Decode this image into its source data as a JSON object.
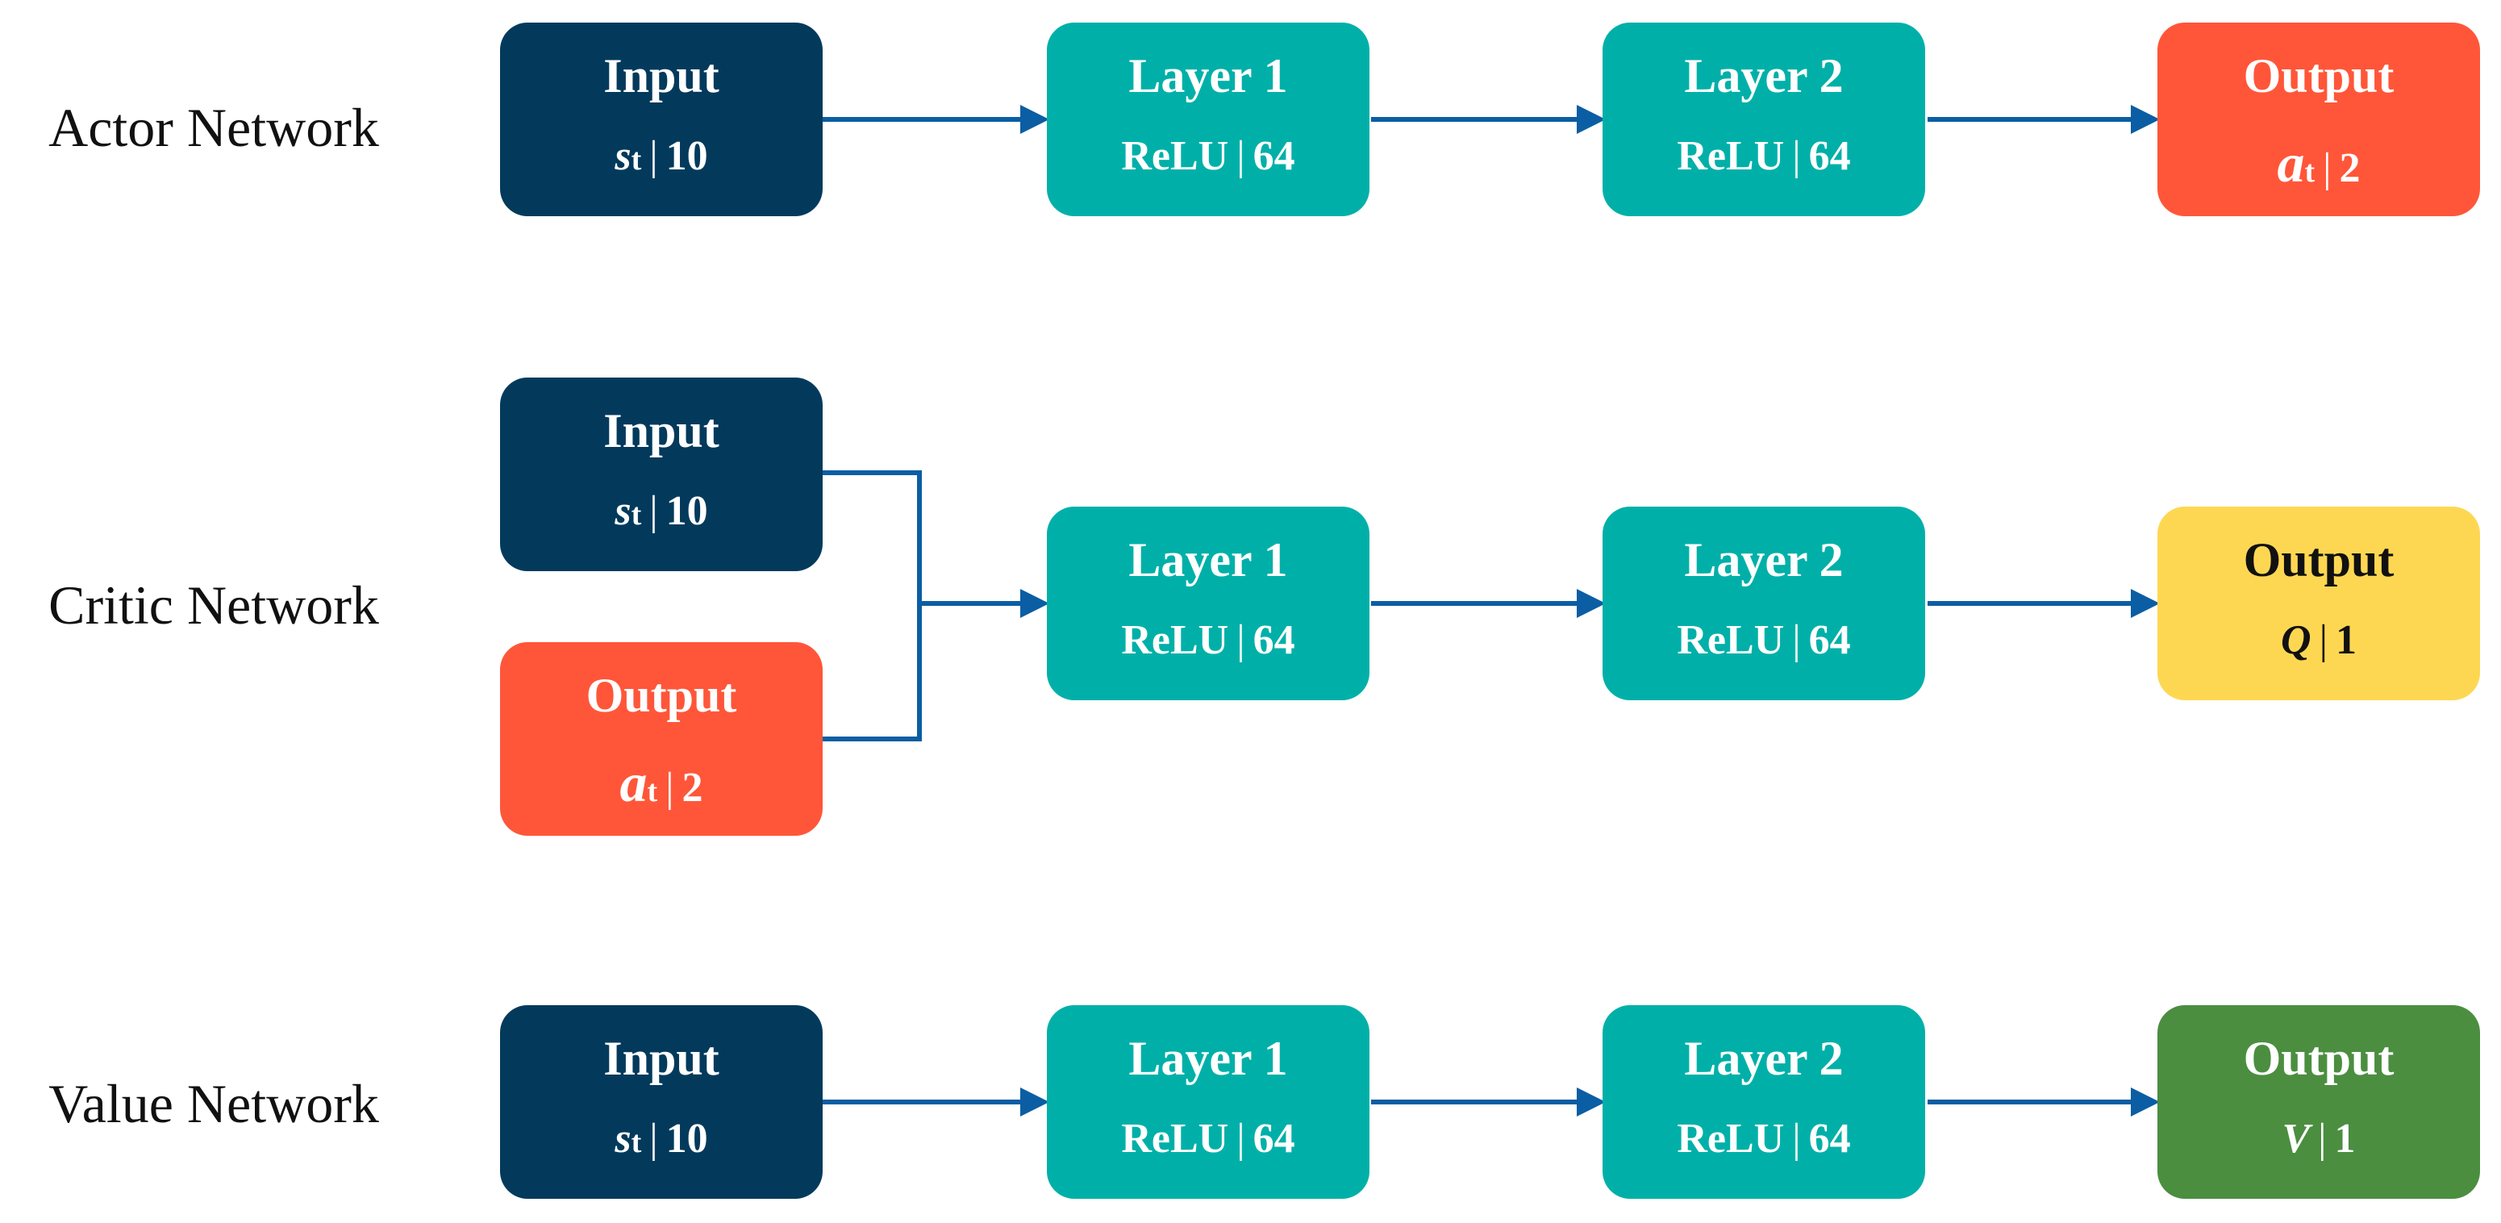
{
  "colors": {
    "input": "#033A5C",
    "hidden_layer": "#00B0A8",
    "action_output": "#FF5639",
    "q_output": "#FED752",
    "v_output": "#4B8E40",
    "arrow": "#0B5EA3"
  },
  "actor": {
    "label": "Actor Network",
    "input": {
      "title": "Input",
      "symbol": "s",
      "subscript": "t",
      "size": "10"
    },
    "layer1": {
      "title": "Layer 1",
      "activation": "ReLU",
      "units": "64"
    },
    "layer2": {
      "title": "Layer 2",
      "activation": "ReLU",
      "units": "64"
    },
    "output": {
      "title": "Output",
      "symbol": "a",
      "subscript": "t",
      "size": "2"
    }
  },
  "critic": {
    "label": "Critic Network",
    "input_state": {
      "title": "Input",
      "symbol": "s",
      "subscript": "t",
      "size": "10"
    },
    "input_action": {
      "title": "Output",
      "symbol": "a",
      "subscript": "t",
      "size": "2"
    },
    "layer1": {
      "title": "Layer 1",
      "activation": "ReLU",
      "units": "64"
    },
    "layer2": {
      "title": "Layer 2",
      "activation": "ReLU",
      "units": "64"
    },
    "output": {
      "title": "Output",
      "symbol": "Q",
      "size": "1"
    }
  },
  "value": {
    "label": "Value Network",
    "input": {
      "title": "Input",
      "symbol": "s",
      "subscript": "t",
      "size": "10"
    },
    "layer1": {
      "title": "Layer 1",
      "activation": "ReLU",
      "units": "64"
    },
    "layer2": {
      "title": "Layer 2",
      "activation": "ReLU",
      "units": "64"
    },
    "output": {
      "title": "Output",
      "symbol": "V",
      "size": "1"
    }
  }
}
